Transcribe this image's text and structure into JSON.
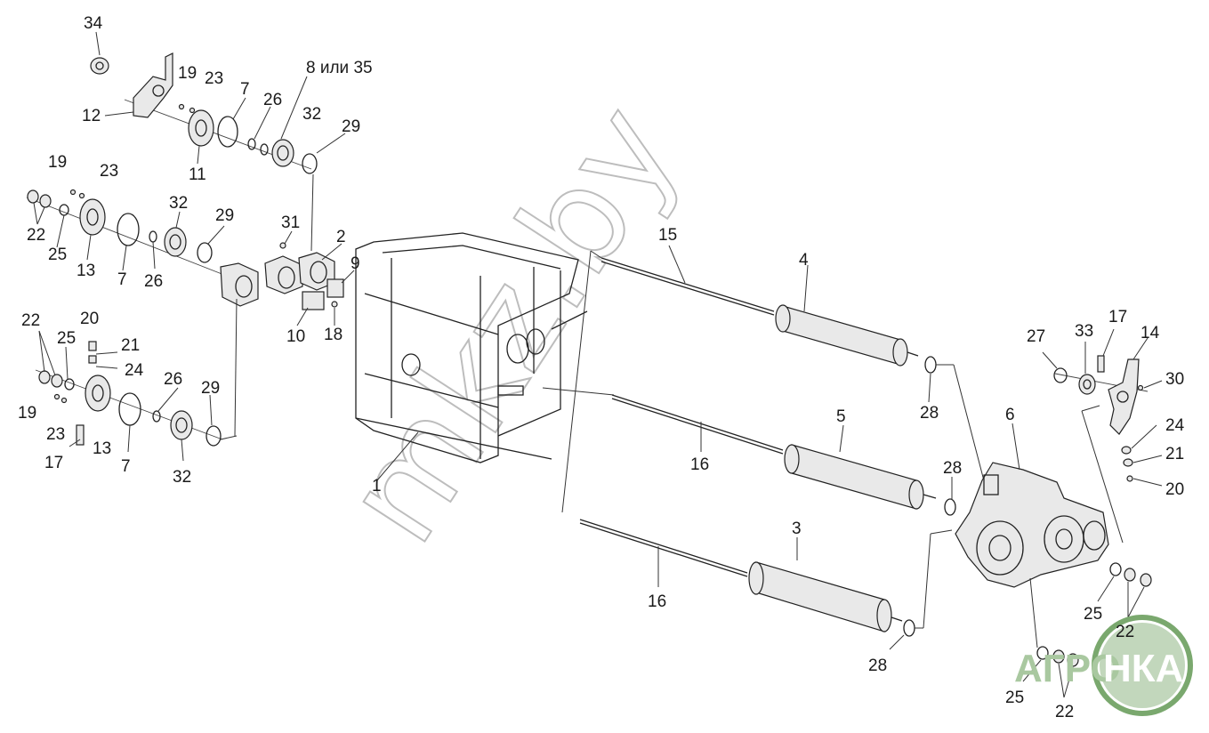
{
  "watermark": "mkz.by",
  "logo": {
    "text_left": "АГРО",
    "text_right": "НКА",
    "ring_color": "#7aa86e",
    "fill_color": "#8fb685"
  },
  "colors": {
    "line": "#222222",
    "label": "#1a1a1a",
    "watermark": "#bdbdbd"
  },
  "callouts": {
    "c34": "34",
    "c19a": "19",
    "c23a": "23",
    "c12": "12",
    "c11": "11",
    "c7a": "7",
    "c26a": "26",
    "c8_35": "8 или 35",
    "c32a": "32",
    "c29a": "29",
    "c19b": "19",
    "c23b": "23",
    "c22a": "22",
    "c25a": "25",
    "c13a": "13",
    "c7b": "7",
    "c32b": "32",
    "c26b": "26",
    "c29b": "29",
    "c31": "31",
    "c2": "2",
    "c9": "9",
    "c10": "10",
    "c18": "18",
    "c22b": "22",
    "c20a": "20",
    "c25b": "25",
    "c21a": "21",
    "c24a": "24",
    "c26c": "26",
    "c29c": "29",
    "c19c": "19",
    "c23c": "23",
    "c13b": "13",
    "c7c": "7",
    "c17a": "17",
    "c32c": "32",
    "c1": "1",
    "c15": "15",
    "c4": "4",
    "c28a": "28",
    "c5": "5",
    "c16a": "16",
    "c28b": "28",
    "c3": "3",
    "c16b": "16",
    "c28c": "28",
    "c6": "6",
    "c27": "27",
    "c33": "33",
    "c17b": "17",
    "c14": "14",
    "c30": "30",
    "c24b": "24",
    "c21b": "21",
    "c20b": "20",
    "c25c": "25",
    "c22c": "22",
    "c25d": "25",
    "c22d": "22"
  }
}
